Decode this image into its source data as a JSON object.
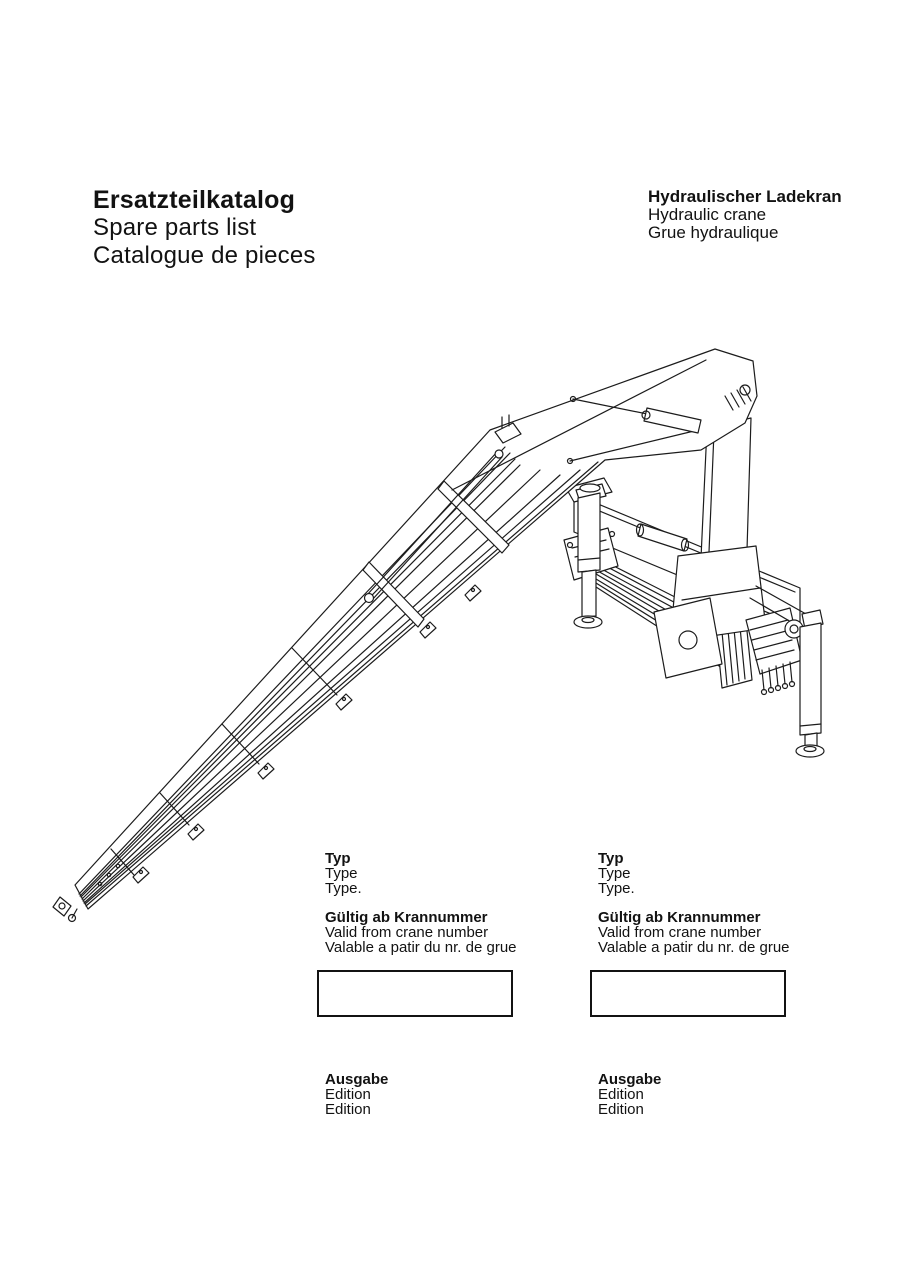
{
  "page": {
    "background_color": "#ffffff",
    "ink_color": "#1c1c1c"
  },
  "masthead": {
    "catalog_title": {
      "de": "Ersatzteilkatalog",
      "en": "Spare parts list",
      "fr": "Catalogue de pieces"
    },
    "product_title": {
      "de": "Hydraulischer Ladekran",
      "en": "Hydraulic crane",
      "fr": "Grue hydraulique"
    }
  },
  "illustration": {
    "subject": "hydraulic loader crane, folded telescopic boom, line drawing"
  },
  "form_columns": [
    {
      "type_label": {
        "de": "Typ",
        "en": "Type",
        "fr": "Type."
      },
      "valid_label": {
        "de": "Gültig ab Krannummer",
        "en": "Valid from crane number",
        "fr": "Valable a patir du nr. de grue"
      },
      "crane_number_value": "",
      "edition_label": {
        "de": "Ausgabe",
        "en": "Edition",
        "fr": "Edition"
      }
    },
    {
      "type_label": {
        "de": "Typ",
        "en": "Type",
        "fr": "Type."
      },
      "valid_label": {
        "de": "Gültig ab Krannummer",
        "en": "Valid from crane number",
        "fr": "Valable a patir du nr. de grue"
      },
      "crane_number_value": "",
      "edition_label": {
        "de": "Ausgabe",
        "en": "Edition",
        "fr": "Edition"
      }
    }
  ]
}
